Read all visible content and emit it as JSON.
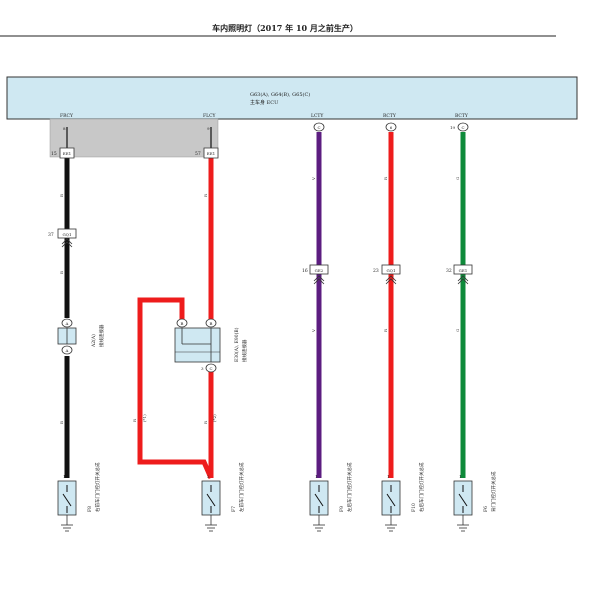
{
  "title": "车内照明灯（2017 年 10 月之前生产）",
  "ecu": {
    "codes": "G63(A), G64(B), G65(C)",
    "name": "主车身 ECU"
  },
  "colors": {
    "black": "#111111",
    "red": "#ee1c1c",
    "purple": "#5c1d80",
    "green": "#0e8a3a",
    "ecu_fill": "#cfe8f2",
    "shade": "#c8c8c8"
  },
  "signals": [
    {
      "label": "FRCY",
      "pin": "6",
      "pin_top": "8"
    },
    {
      "label": "FLCY",
      "pin": "C",
      "pin_top": "9"
    },
    {
      "label": "LCTY",
      "pin": "C"
    },
    {
      "label": "RCTY",
      "pin": "6"
    },
    {
      "label": "BCTY",
      "pin": "C",
      "num": "19"
    }
  ],
  "connectors": {
    "junction_1": {
      "num": "15",
      "code": "EE1"
    },
    "junction_2": {
      "num": "57",
      "code": "EE1"
    },
    "c1": {
      "num": "37",
      "code": "GQ1"
    },
    "c2": {
      "num": "16",
      "code": "GE2"
    },
    "c3": {
      "num": "23",
      "code": "GQ1"
    },
    "c4": {
      "num": "32",
      "code": "GE1"
    }
  },
  "wire_labels": {
    "b": "B",
    "r": "R",
    "v": "V",
    "g": "G",
    "note1": "(*1)",
    "note2": "(*2)"
  },
  "pin_labels": {
    "a": "A",
    "b": "B",
    "c": "C",
    "one": "1",
    "two": "2",
    "three": "3"
  },
  "inline_connector_1": {
    "code": "A2(A)",
    "name": "接线连接器"
  },
  "inline_connector_2": {
    "code": "E30(A), E90(B)",
    "name": "接线连接器"
  },
  "switches": [
    {
      "code": "F8",
      "name": "右前车门门控灯开关总成"
    },
    {
      "code": "F7",
      "name": "左前车门门控灯开关总成"
    },
    {
      "code": "F9",
      "name": "左后车门门控灯开关总成"
    },
    {
      "code": "F10",
      "name": "右后车门门控灯开关总成"
    },
    {
      "code": "F6",
      "name": "背门门控灯开关总成"
    }
  ]
}
